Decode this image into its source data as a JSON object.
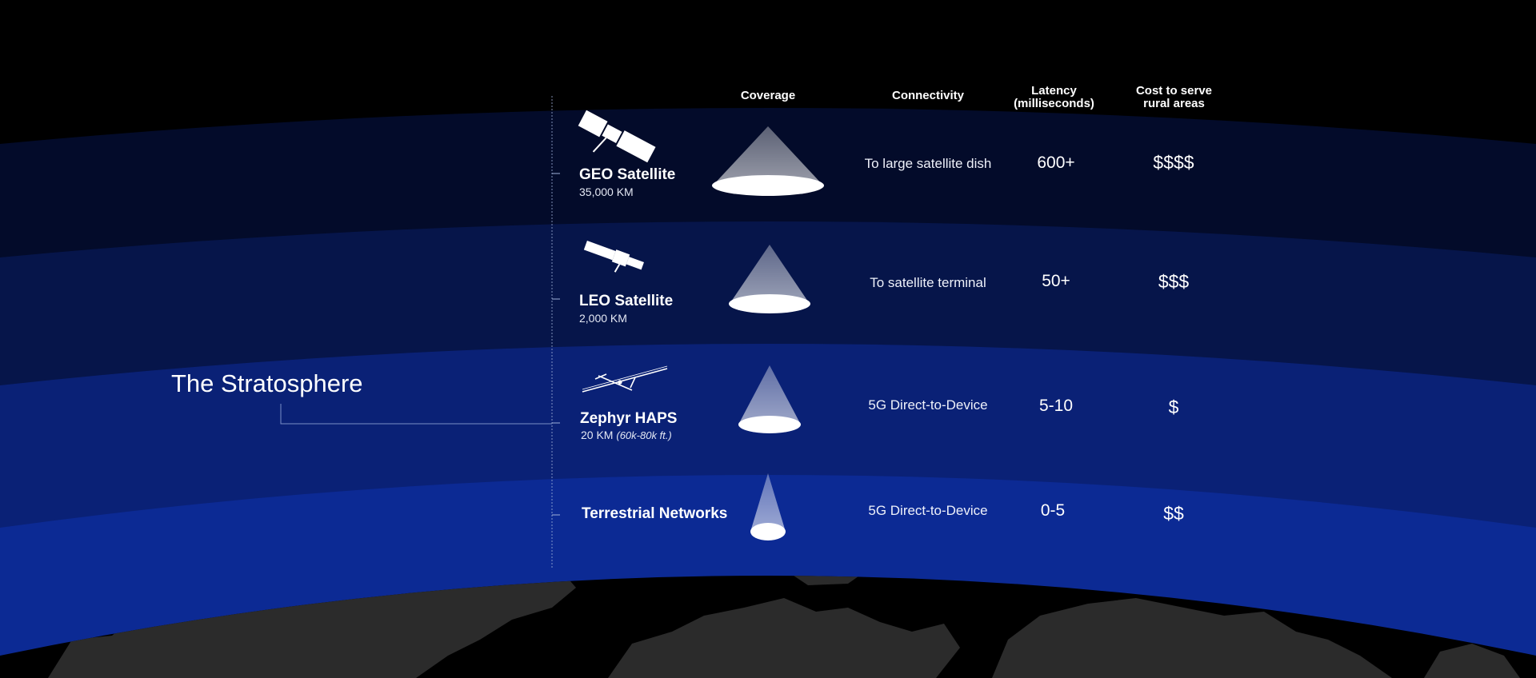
{
  "headers": {
    "coverage": "Coverage",
    "connectivity": "Connectivity",
    "latency_line1": "Latency",
    "latency_line2": "(milliseconds)",
    "cost_line1": "Cost to serve",
    "cost_line2": "rural areas"
  },
  "stratosphere_label": "The Stratosphere",
  "tiers": [
    {
      "name": "GEO Satellite",
      "altitude": "35,000 KM",
      "altitude_note": "",
      "connectivity": "To large satellite dish",
      "latency": "600+",
      "cost": "$$$$"
    },
    {
      "name": "LEO Satellite",
      "altitude": "2,000 KM",
      "altitude_note": "",
      "connectivity": "To satellite terminal",
      "latency": "50+",
      "cost": "$$$"
    },
    {
      "name": "Zephyr HAPS",
      "altitude": "20 KM",
      "altitude_note": "(60k-80k ft.)",
      "connectivity": "5G Direct-to-Device",
      "latency": "5-10",
      "cost": "$"
    },
    {
      "name": "Terrestrial Networks",
      "altitude": "",
      "altitude_note": "",
      "connectivity": "5G Direct-to-Device",
      "latency": "0-5",
      "cost": "$$"
    }
  ],
  "colors": {
    "band_geo": "#030b2a",
    "band_leo": "#06154a",
    "band_haps": "#0a2176",
    "band_terrestrial": "#0c2a94",
    "band_bottom": "#0d34b2",
    "earth_land": "#2a2a2a",
    "earth_sea": "#000000",
    "cone": "#ffffff"
  },
  "icons": {
    "geo": "geo-satellite-icon",
    "leo": "leo-satellite-icon",
    "haps": "solar-aircraft-icon"
  }
}
